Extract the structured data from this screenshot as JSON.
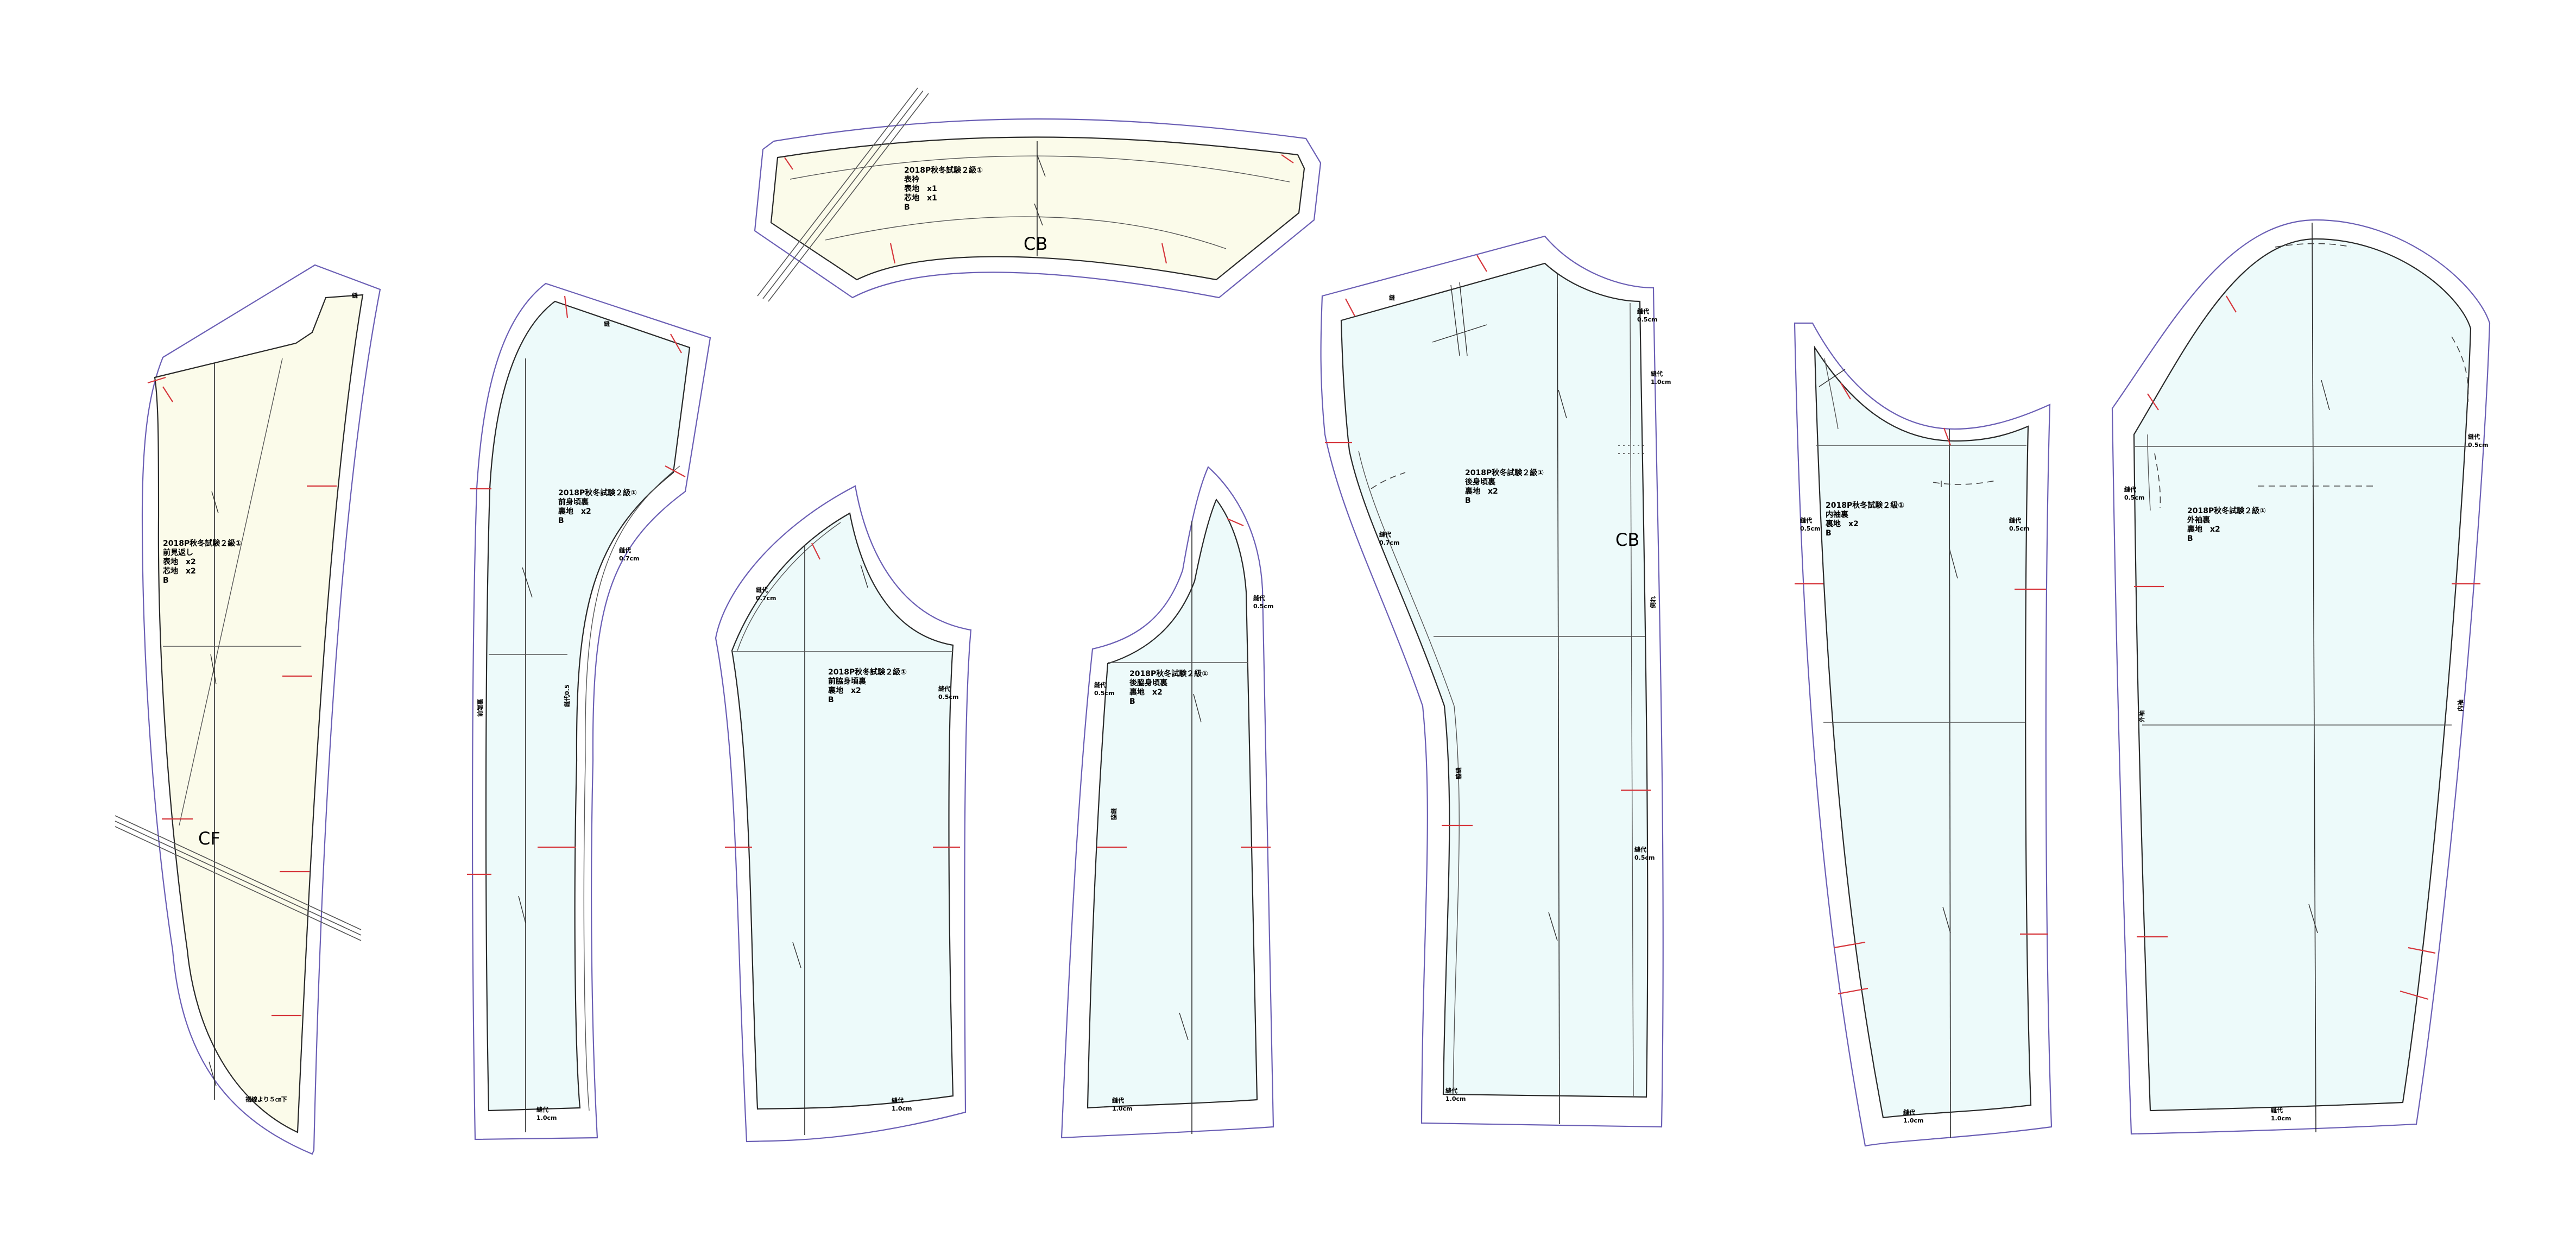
{
  "colors": {
    "outline": "#6b5fb5",
    "notch": "#d6363c",
    "face_fill": "#fbfbea",
    "lining_fill": "#edfafa",
    "seam_line": "#2a2a2a"
  },
  "pieces": {
    "facing": {
      "info": [
        "2018P秋冬試験２級①",
        "前見返し",
        "表地　x2",
        "芯地　x2",
        "B"
      ],
      "center_mark": "CF",
      "top_mark": "縫",
      "hem_label": "裾線より５㎝下"
    },
    "upper_collar": {
      "info": [
        "2018P秋冬試験２級①",
        "表衿",
        "表地　x1",
        "芯地　x1",
        "B"
      ],
      "center_mark": "CB"
    },
    "front_lining": {
      "info": [
        "2018P秋冬試験２級①",
        "前身頃裏",
        "裏地　x2",
        "B"
      ],
      "top_mark": "縫",
      "side_mark1": "前端裏",
      "side_mark2": "縫代0.5",
      "seam1": [
        "縫代",
        "0.7cm"
      ],
      "seam2": [
        "縫代",
        "1.0cm"
      ]
    },
    "side_front_lining": {
      "info": [
        "2018P秋冬試験２級①",
        "前脇身頃裏",
        "裏地　x2",
        "B"
      ],
      "seam1": [
        "縫代",
        "0.7cm"
      ],
      "seam2": [
        "縫代",
        "0.5cm"
      ],
      "seam3": [
        "縫代",
        "1.0cm"
      ]
    },
    "side_back_lining": {
      "info": [
        "2018P秋冬試験２級①",
        "後脇身頃裏",
        "裏地　x2",
        "B"
      ],
      "side_mark": "脇縫",
      "seam1": [
        "縫代",
        "0.5cm"
      ],
      "seam2": [
        "縫代",
        "0.5cm"
      ],
      "seam3": [
        "縫代",
        "1.0cm"
      ]
    },
    "back_lining": {
      "info": [
        "2018P秋冬試験２級①",
        "後身頃裏",
        "裏地　x2",
        "B"
      ],
      "center_mark": "CB",
      "top_mark": "縫",
      "side_mark": "脇縫",
      "seam1": [
        "縫代",
        "0.5cm"
      ],
      "seam2": [
        "縫代",
        "1.0cm"
      ],
      "seam3": [
        "縫代",
        "0.7cm"
      ],
      "seam4": [
        "縫代",
        "0.5cm"
      ],
      "seam5": [
        "縫代",
        "1.0cm"
      ],
      "side_mark2": "倒れ"
    },
    "under_sleeve": {
      "info": [
        "2018P秋冬試験２級①",
        "内袖裏",
        "裏地　x2",
        "B"
      ],
      "seam1": [
        "縫代",
        "0.5cm"
      ],
      "seam2": [
        "縫代",
        "0.5cm"
      ],
      "seam3": [
        "縫代",
        "1.0cm"
      ]
    },
    "top_sleeve": {
      "info": [
        "2018P秋冬試験２級①",
        "外袖裏",
        "裏地　x2",
        "B"
      ],
      "side_mark1": "外袖",
      "side_mark2": "内袖",
      "seam1": [
        "縫代",
        "0.5cm"
      ],
      "seam2": [
        "縫代",
        "0.5cm"
      ],
      "seam3": [
        "縫代",
        "1.0cm"
      ]
    }
  }
}
